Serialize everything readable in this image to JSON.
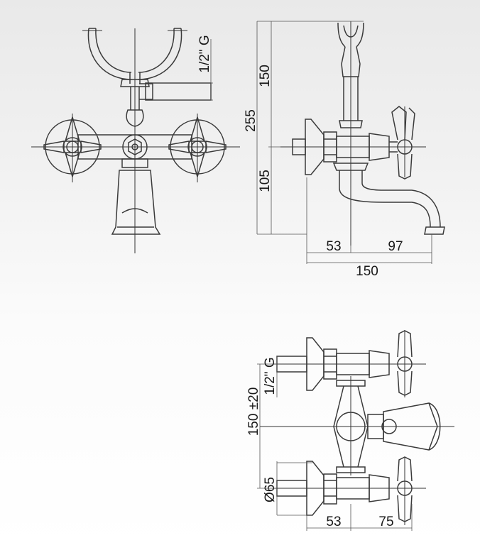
{
  "front_view": {
    "thread_label": "1/2\" G"
  },
  "side_view": {
    "dims": {
      "total_height": "255",
      "upper_height": "150",
      "lower_height": "105",
      "wall_offset": "53",
      "spout_reach": "97",
      "total_depth": "150"
    }
  },
  "top_view": {
    "dims": {
      "thread_label": "1/2\" G",
      "centers": "150 ±20",
      "diameter": "Ø65",
      "wall_offset": "53",
      "handle_offset": "75"
    }
  }
}
